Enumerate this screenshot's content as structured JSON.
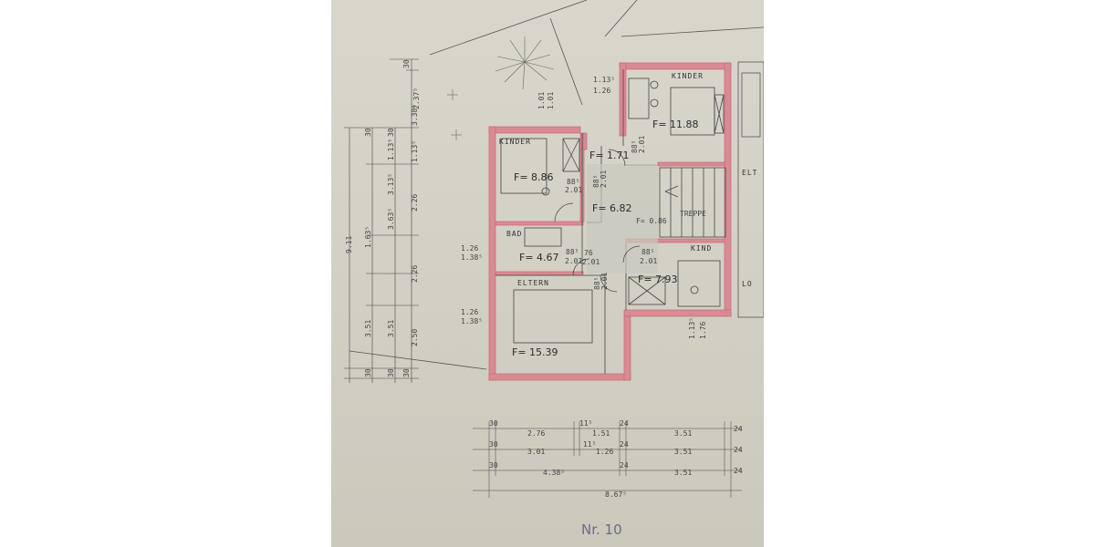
{
  "rooms": [
    {
      "key": "kinder1",
      "name": "KINDER",
      "area": "F= 8.86"
    },
    {
      "key": "kinder2",
      "name": "KINDER",
      "area": "F= 11.88"
    },
    {
      "key": "bad",
      "name": "BAD",
      "area": "F= 4.67"
    },
    {
      "key": "eltern",
      "name": "ELTERN",
      "area": "F= 15.39"
    },
    {
      "key": "kind",
      "name": "KIND",
      "area": "F= 7.93"
    },
    {
      "key": "flur",
      "name": "",
      "area": "F= 6.82"
    },
    {
      "key": "wc",
      "name": "",
      "area": "F= 1.71"
    },
    {
      "key": "abst",
      "name": "",
      "area": "F= 0.86"
    }
  ],
  "neighbor_labels": [
    "ELT",
    "LO"
  ],
  "stair_label": "TREPPE",
  "sheet_number": "Nr. 10",
  "window_dims": {
    "w_kinder2": [
      "1.13⁵",
      "1.26"
    ],
    "w_wc": [
      "1.01",
      "1.01"
    ],
    "w_bad": [
      "1.26",
      "1.38⁵"
    ],
    "w_eltern": [
      "1.26",
      "1.38⁵"
    ],
    "w_kind": [
      "1.13⁵",
      "1.76"
    ]
  },
  "door_dims": {
    "d1": [
      "88⁵",
      "2.01"
    ],
    "d2": [
      "88⁵",
      "2.01"
    ],
    "d3": [
      "76",
      "2.01"
    ],
    "d4": [
      "88⁵",
      "2.01"
    ],
    "d5": [
      "88⁵",
      "2.01"
    ],
    "d6": [
      "88⁵",
      "2.01"
    ],
    "d7": [
      "88⁵",
      "2.01"
    ]
  },
  "left_dims": {
    "outer": [
      "30",
      "2.37⁵",
      "3.38⁵",
      "30"
    ],
    "middle": [
      "30",
      "1.13⁵",
      "3.13⁵",
      "3.63⁵",
      "1.13⁵",
      "2.26",
      "2.26",
      "2.50",
      "30"
    ],
    "inner": [
      "30",
      "1.63⁵",
      "3.51",
      "3.51",
      "30"
    ],
    "total": "9.11"
  },
  "bottom_dims": {
    "row1": [
      "30",
      "2.76",
      "11⁵",
      "1.51",
      "24",
      "3.51",
      "24"
    ],
    "row2": [
      "30",
      "3.01",
      "11⁵",
      "1.26",
      "24",
      "3.51",
      "24"
    ],
    "row3": [
      "30",
      "4.38⁵",
      "24",
      "3.51",
      "24"
    ],
    "total": "8.67⁵"
  },
  "colors": {
    "paper": "#d4d1c6",
    "wall": "#d98a93",
    "ink": "#3a3a3a"
  }
}
